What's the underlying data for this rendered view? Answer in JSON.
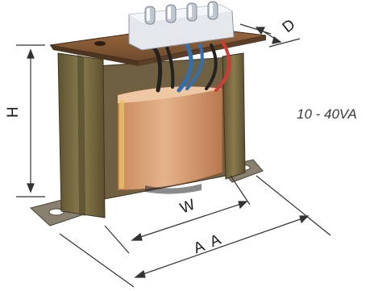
{
  "rating": "10 - 40VA",
  "dimensions": {
    "height": "H",
    "depth": "D",
    "width": "W",
    "overall_length": "A A"
  },
  "colors": {
    "coil": "#d59a6c",
    "frame": "#7a6a3a",
    "terminal_block": "#e4e8ec",
    "wire_blue": "#2f6fb5",
    "wire_red": "#d23a3a",
    "wire_black": "#222222"
  }
}
